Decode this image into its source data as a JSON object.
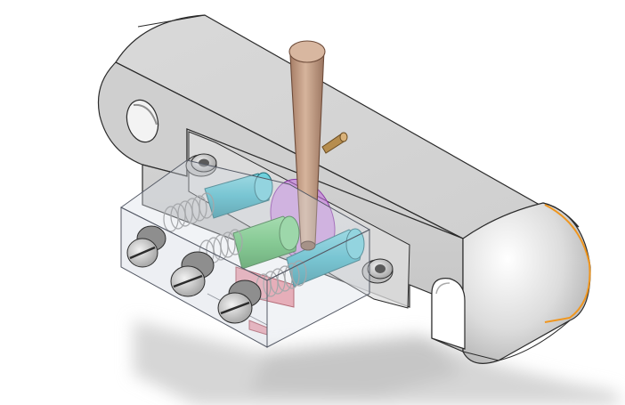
{
  "viewport": {
    "background": "#ffffff"
  },
  "colors": {
    "body_light": "#e2e2e2",
    "body_mid": "#c9c9c9",
    "body_dark": "#a9a9a9",
    "edge": "#2b2b2b",
    "glass_fill": "#d8dce4",
    "glass_edge": "#555a66",
    "spring": "#f4f4f4",
    "cyan_plunger": "#47b9c9",
    "green_plunger": "#5cc06a",
    "purple_cam": "#c36be0",
    "red_part": "#e86a7a",
    "handle": "#c9a184",
    "handle_dark": "#9b7560",
    "pin": "#b68d4e",
    "highlight_edge": "#f0961e",
    "screw": "#cfcfcf",
    "shadow": "#d4d4d4"
  },
  "parts": [
    "housing-bar",
    "mounting-hole",
    "slot-cutout",
    "valve-block",
    "back-plate",
    "plunger-cyan-top",
    "plunger-green-middle",
    "plunger-cyan-bottom",
    "spring-top",
    "spring-middle",
    "spring-bottom",
    "cap-screw-top",
    "cap-screw-middle",
    "cap-screw-bottom",
    "mount-bolt-left",
    "mount-bolt-right",
    "lever-handle",
    "cam-disc",
    "guide-pin",
    "highlighted-edge"
  ]
}
